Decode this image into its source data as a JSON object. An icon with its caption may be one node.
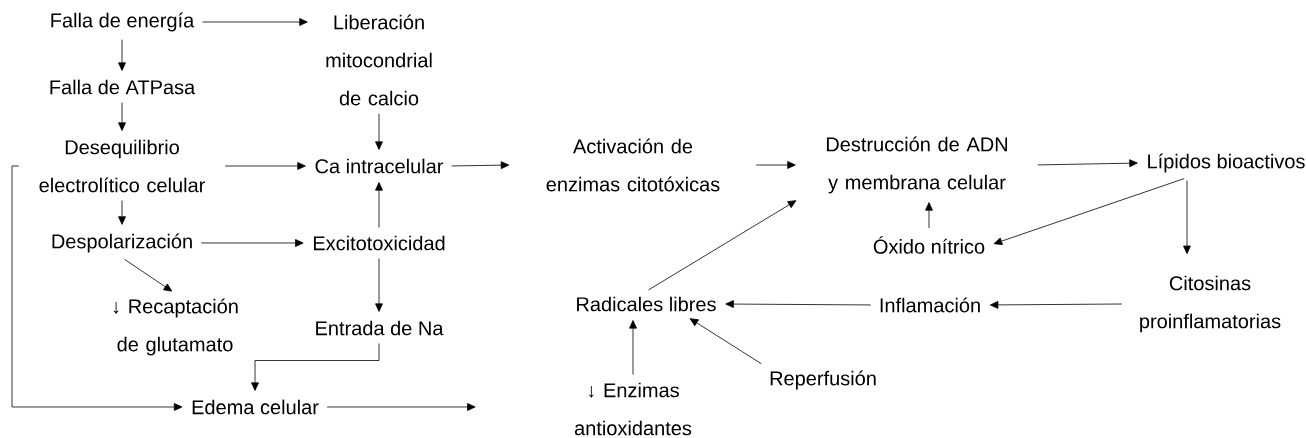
{
  "diagram": {
    "nodes": [
      {
        "text": [
          "Falla de energía"
        ]
      },
      {
        "text": [
          "Liberación mitocondrial de calcio"
        ]
      },
      {
        "text": [
          "Falla de ATPasa"
        ]
      },
      {
        "text": [
          "Desequilibrio electrolítico celular"
        ]
      },
      {
        "text": [
          "Ca intracelular"
        ]
      },
      {
        "text": [
          "Activación de enzimas citotóxicas"
        ]
      },
      {
        "text": [
          "Destrucción de ADN y membrana celular"
        ]
      },
      {
        "text": [
          "Lípidos bioactivos"
        ]
      },
      {
        "text": [
          "Despolarización"
        ]
      },
      {
        "text": [
          "Excitotoxicidad"
        ]
      },
      {
        "text": [
          "Óxido nítrico"
        ]
      },
      {
        "text": [
          "↓ Recaptación de glutamato"
        ]
      },
      {
        "text": [
          "Radicales libres"
        ]
      },
      {
        "text": [
          "Inflamación"
        ]
      },
      {
        "text": [
          "Citosinas proinflamatorias"
        ]
      },
      {
        "text": [
          "Entrada de Na"
        ]
      },
      {
        "text": [
          "Reperfusión"
        ]
      },
      {
        "text": [
          "Edema celular"
        ]
      },
      {
        "text": [
          "↓ Enzimas antioxidantes"
        ]
      }
    ],
    "edges": [
      {
        "from": 0,
        "to": 1,
        "arrow": "to"
      },
      {
        "from": 0,
        "to": 2,
        "arrow": "to"
      },
      {
        "from": 2,
        "to": 3,
        "arrow": "to"
      },
      {
        "from": 3,
        "to": 4,
        "arrow": "to"
      },
      {
        "from": 3,
        "to": 8,
        "arrow": "to"
      },
      {
        "from": 3,
        "to": 17,
        "arrow": "to"
      },
      {
        "from": 1,
        "to": 4,
        "arrow": "to"
      },
      {
        "from": 9,
        "to": 4,
        "arrow": "to"
      },
      {
        "from": 8,
        "to": 9,
        "arrow": "to"
      },
      {
        "from": 8,
        "to": 11,
        "arrow": "to"
      },
      {
        "from": 9,
        "to": 15,
        "arrow": "to"
      },
      {
        "from": 15,
        "to": 17,
        "arrow": "to"
      },
      {
        "from": 17,
        "to": null,
        "arrow": "to"
      },
      {
        "from": 4,
        "to": 5,
        "arrow": "to"
      },
      {
        "from": 5,
        "to": 6,
        "arrow": "to"
      },
      {
        "from": 6,
        "to": 7,
        "arrow": "to"
      },
      {
        "from": 7,
        "to": 10,
        "arrow": "to"
      },
      {
        "from": 7,
        "to": 14,
        "arrow": "to"
      },
      {
        "from": 10,
        "to": 6,
        "arrow": "to"
      },
      {
        "from": 12,
        "to": 6,
        "arrow": "to"
      },
      {
        "from": 13,
        "to": 12,
        "arrow": "to"
      },
      {
        "from": 14,
        "to": 13,
        "arrow": "to"
      },
      {
        "from": 18,
        "to": 12,
        "arrow": "to"
      },
      {
        "from": 16,
        "to": 12,
        "arrow": "to"
      }
    ]
  }
}
